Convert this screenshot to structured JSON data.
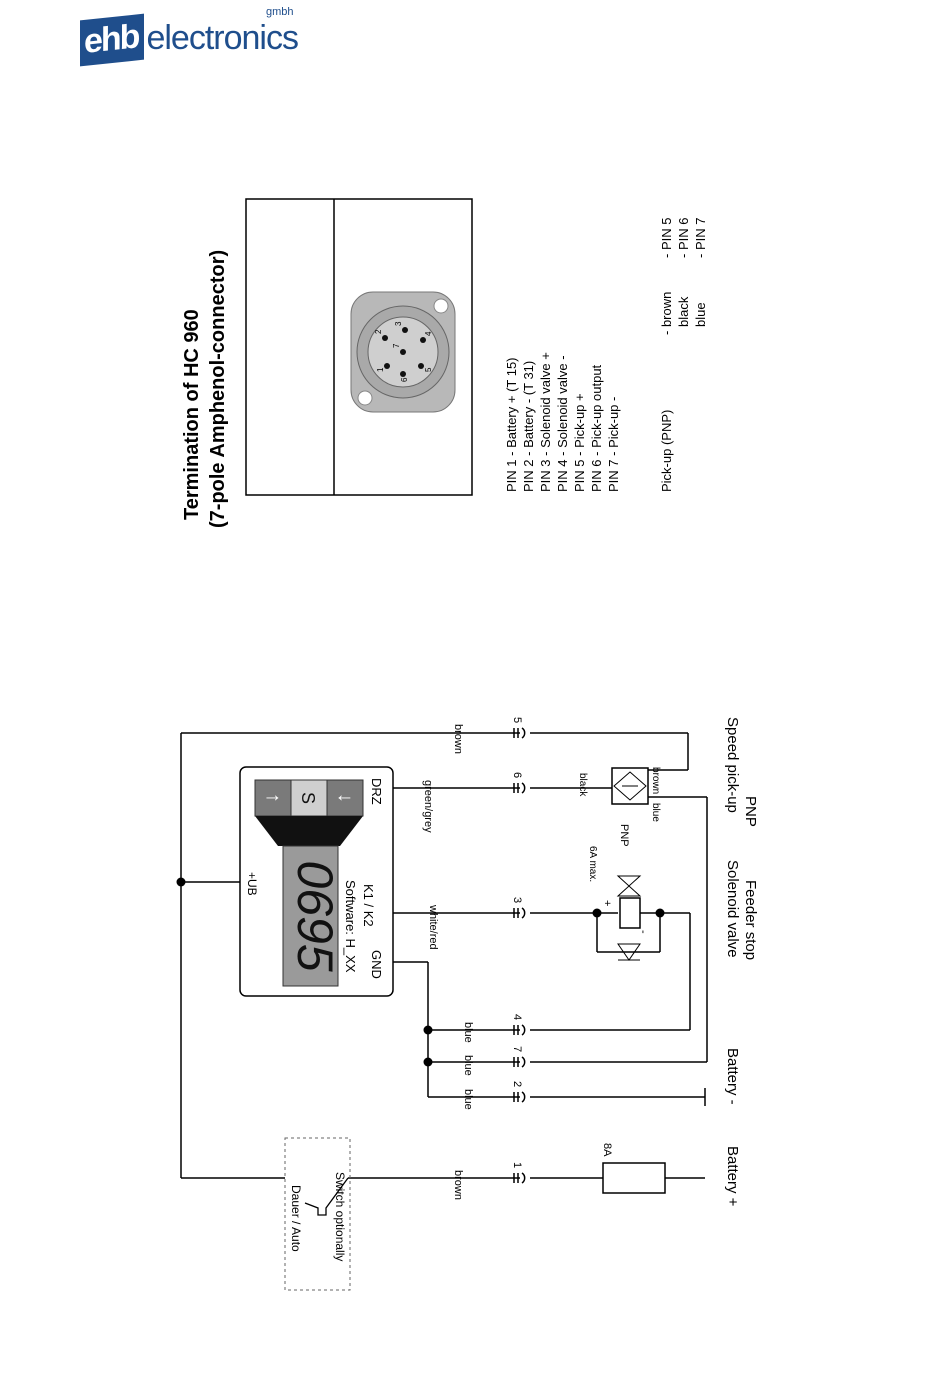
{
  "logo": {
    "mark": "ehb",
    "word": "electronics",
    "suffix": "gmbh"
  },
  "connector": {
    "title_line1": "Termination of HC 960",
    "title_line2": "(7-pole Amphenol-connector)",
    "pins": [
      "PIN 1 - Battery +   (T 15)",
      "PIN 2 - Battery -   (T 31)",
      "PIN 3 - Solenoid valve +",
      "PIN 4 - Solenoid valve -",
      "PIN 5 - Pick-up +",
      "PIN 6 - Pick-up output",
      "PIN 7 - Pick-up -"
    ],
    "pickup_label": "Pick-up (PNP)",
    "pickup_wires": [
      "- brown",
      "black",
      "blue"
    ],
    "pickup_pins": [
      "- PIN 5",
      "- PIN 6",
      "- PIN 7"
    ],
    "pin_marks": [
      "1",
      "2",
      "3",
      "4",
      "5",
      "6",
      "7"
    ]
  },
  "device": {
    "display": "0695",
    "software": "Software: H_XX",
    "k_labels": "K1 / K2",
    "gnd": "GND",
    "ub": "+UB",
    "drz": "DRZ",
    "btn_up": "↑",
    "btn_s": "S",
    "btn_down": "↓"
  },
  "wires": {
    "w5": "brown",
    "n5": "5",
    "w6": "green/grey",
    "n6": "6",
    "w3": "white/red",
    "n3": "3",
    "w4": "blue",
    "n4": "4",
    "w7": "blue",
    "n7": "7",
    "w2": "blue",
    "n2": "2",
    "w1": "brown",
    "n1": "1"
  },
  "pickup_sensor": {
    "black": "black",
    "brown": "brown",
    "blue": "blue",
    "pnp": "PNP"
  },
  "solenoid": {
    "max": "6A max.",
    "plus": "+",
    "minus": "-"
  },
  "switch": {
    "label1": "Dauer / Auto",
    "label2": "Switch optionally"
  },
  "fuse": "8A",
  "bottom": {
    "battery_plus": "Battery +",
    "battery_minus": "Battery -",
    "solenoid1": "Solenoid valve",
    "solenoid2": "Feeder stop",
    "speed1": "Speed pick-up",
    "speed2": "PNP"
  },
  "colors": {
    "brand": "#1f4e8c",
    "connector_grey": "#b8b8b8",
    "button_grey": "#7a7a7a"
  }
}
